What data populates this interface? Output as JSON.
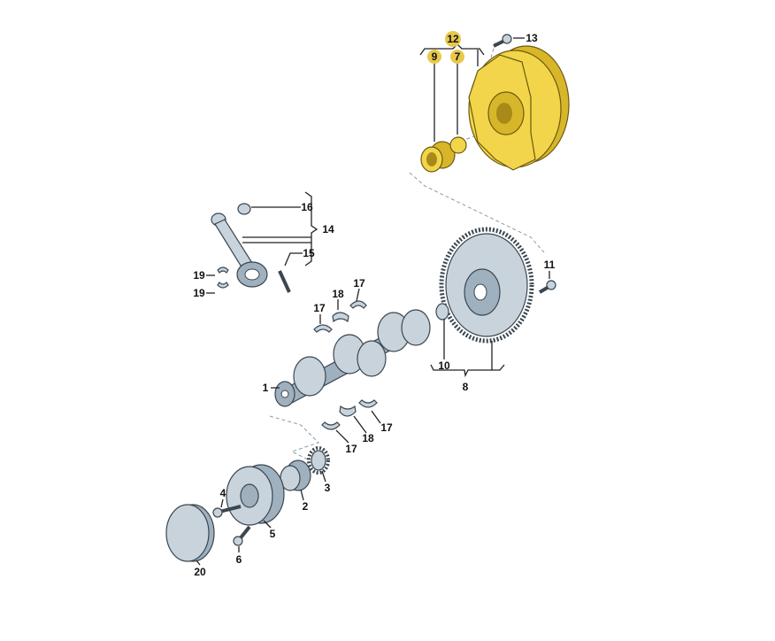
{
  "labels": {
    "l12": "12",
    "l13": "13",
    "l9": "9",
    "l7": "7",
    "l16": "16",
    "l14": "14",
    "l15": "15",
    "l19a": "19",
    "l19b": "19",
    "l18a": "18",
    "l17a": "17",
    "l17b": "17",
    "l11": "11",
    "l10": "10",
    "l8": "8",
    "l1": "1",
    "l17c": "17",
    "l18b": "18",
    "l17d": "17",
    "l3": "3",
    "l2": "2",
    "l4": "4",
    "l5": "5",
    "l6": "6",
    "l20": "20"
  },
  "highlighted": [
    "12",
    "9",
    "7"
  ],
  "colors": {
    "highlight": "#e8c84a",
    "part_gold": "#f2d54a",
    "part_gray": "#c9d3dc"
  }
}
